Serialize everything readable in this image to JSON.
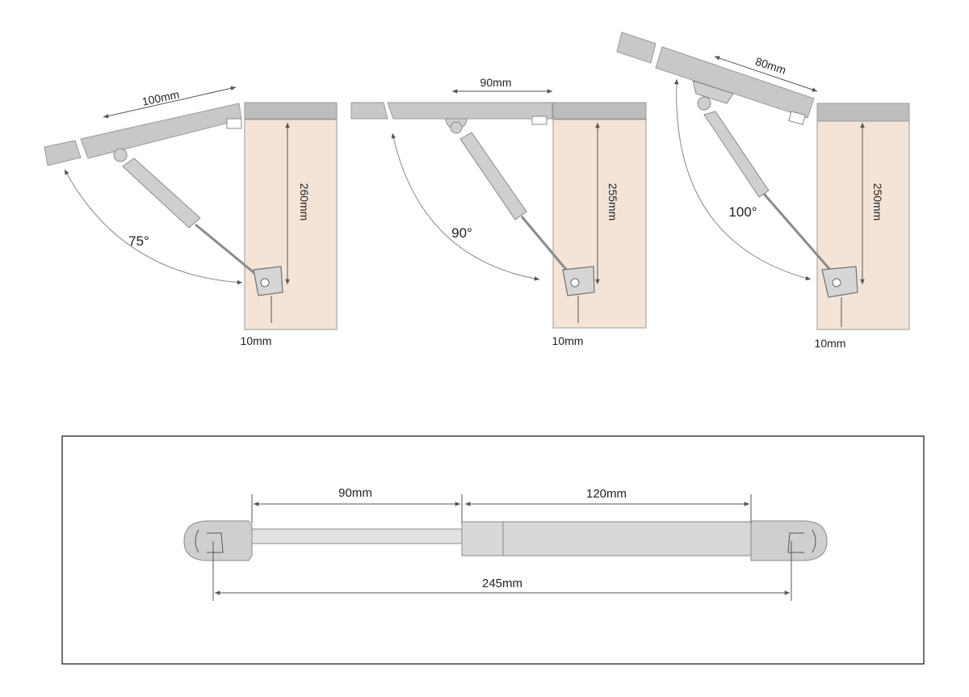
{
  "colors": {
    "cabinet_fill": "#f4e4d8",
    "lid_fill": "#c8c8c8",
    "strut_fill": "#cfcfcf",
    "line": "#555555"
  },
  "panels": [
    {
      "angle_label": "75°",
      "lid_length_label": "100mm",
      "height_label": "260mm",
      "offset_label": "10mm"
    },
    {
      "angle_label": "90°",
      "lid_length_label": "90mm",
      "height_label": "255mm",
      "offset_label": "10mm"
    },
    {
      "angle_label": "100°",
      "lid_length_label": "80mm",
      "height_label": "250mm",
      "offset_label": "10mm"
    }
  ],
  "strut_spec": {
    "rod_label": "90mm",
    "cylinder_label": "120mm",
    "total_label": "245mm"
  }
}
